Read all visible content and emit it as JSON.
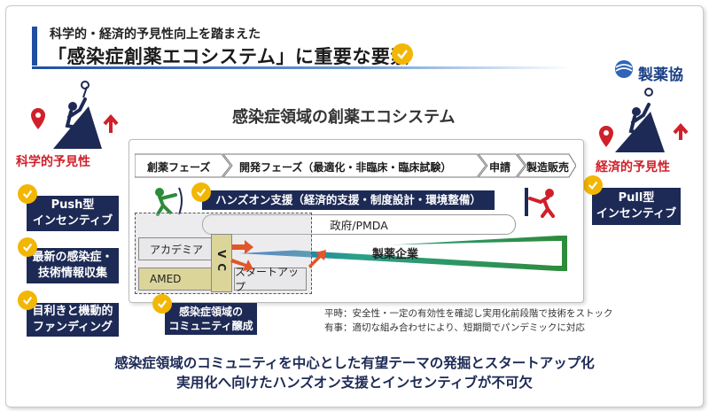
{
  "header": {
    "subtitle": "科学的・経済的予見性向上を踏まえた",
    "title": "「感染症創薬エコシステム」に重要な要素"
  },
  "logo": {
    "text": "製薬協"
  },
  "ecosystem": {
    "title": "感染症領域の創薬エコシステム"
  },
  "left": {
    "label": "科学的予見性",
    "boxes": [
      "Push型\nインセンティブ",
      "最新の感染症・\n技術情報収集",
      "目利きと機動的\nファンディング"
    ]
  },
  "right": {
    "label": "経済的予見性",
    "box": "Pull型\nインセンティブ"
  },
  "phases": [
    "創薬フェーズ",
    "開発フェーズ（最適化・非臨床・臨床試験）",
    "申請",
    "製造販売"
  ],
  "support": {
    "hands_on": "ハンズオン支援（経済的支援・制度設計・環境整備）"
  },
  "actors": {
    "gov": "政府/PMDA",
    "academia": "アカデミア",
    "amed": "AMED",
    "vc": "VC",
    "startup": "スタートアップ",
    "pharma": "製薬企業"
  },
  "community": "感染症領域の\nコミュニティ醸成",
  "notes": [
    "平時：安全性・一定の有効性を確認し実用化前段階で技術をストック",
    "有事：適切な組み合わせにより、短期間でパンデミックに対応"
  ],
  "bottom": [
    "感染症領域のコミュニティを中心とした有望テーマの発掘とスタートアップ化",
    "実用化へ向けたハンズオン支援とインセンティブが不可欠"
  ],
  "colors": {
    "navy": "#1d2a55",
    "accent_yellow": "#f2b705",
    "red": "#d0202a",
    "green": "#2e8b3a",
    "blue": "#1f4ea3"
  }
}
